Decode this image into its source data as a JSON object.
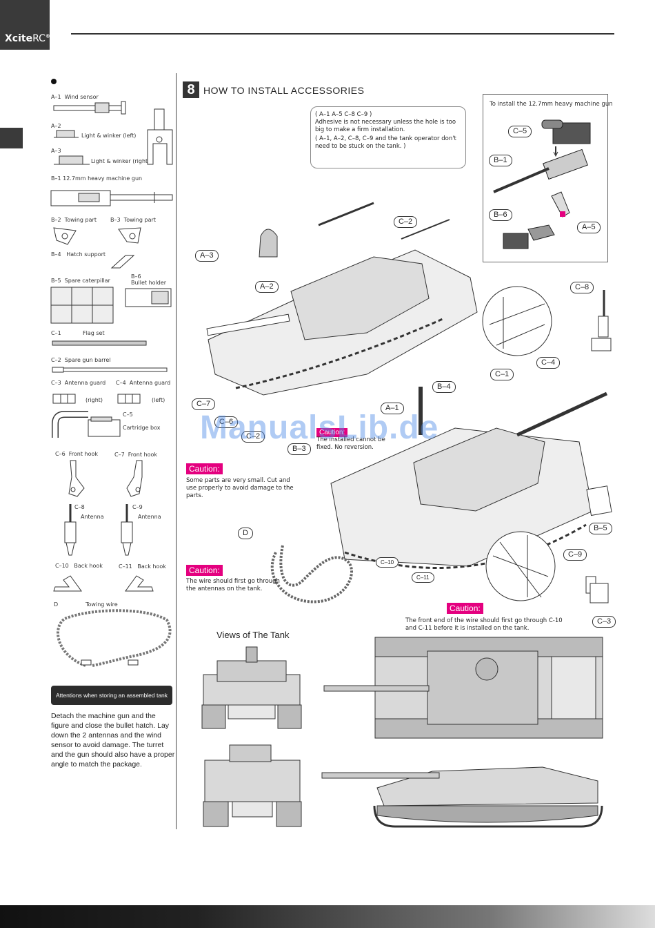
{
  "brand": {
    "logo_main": "Xcite",
    "logo_suffix": "RC",
    "logo_mark": "®"
  },
  "section": {
    "number": "8",
    "title": "HOW TO INSTALL ACCESSORIES"
  },
  "parts": {
    "a1": {
      "code": "A–1",
      "name": "Wind sensor"
    },
    "a2": {
      "code": "A–2",
      "name": "Light & winker (left)"
    },
    "a3": {
      "code": "A–3",
      "name": "Light & winker (right)"
    },
    "b1": {
      "code": "B–1",
      "name": "12.7mm heavy machine gun"
    },
    "b2": {
      "code": "B–2",
      "name": "Towing part"
    },
    "b3": {
      "code": "B–3",
      "name": "Towing part"
    },
    "b4": {
      "code": "B–4",
      "name": "Hatch support"
    },
    "b5": {
      "code": "B–5",
      "name": "Spare caterpillar"
    },
    "b6": {
      "code": "B–6",
      "name": "Bullet holder"
    },
    "c1": {
      "code": "C–1",
      "name": "Flag set"
    },
    "c2": {
      "code": "C–2",
      "name": "Spare gun barrel"
    },
    "c3": {
      "code": "C–3",
      "name": "Antenna guard",
      "side": "(right)"
    },
    "c4": {
      "code": "C–4",
      "name": "Antenna guard",
      "side": "(left)"
    },
    "c5": {
      "code": "C–5",
      "name": "Cartridge box"
    },
    "c6": {
      "code": "C–6",
      "name": "Front hook"
    },
    "c7": {
      "code": "C–7",
      "name": "Front hook"
    },
    "c8": {
      "code": "C–8",
      "name": "Antenna"
    },
    "c9": {
      "code": "C–9",
      "name": "Antenna"
    },
    "c10": {
      "code": "C–10",
      "name": "Back hook"
    },
    "c11": {
      "code": "C–11",
      "name": "Back hook"
    },
    "d": {
      "code": "D",
      "name": "Towing wire"
    }
  },
  "storage": {
    "heading": "Attentions when storing an assembled tank",
    "text": "Detach the machine gun and the figure and close the bullet hatch. Lay down the 2 antennas and the wind sensor to avoid damage. The turret and the gun should also have a proper angle to match the package."
  },
  "adhesive_note": {
    "line1": "( A–1 A–5 C–8 C–9 )",
    "line2": "Adhesive is not necessary unless the hole is too big to make a firm installation.",
    "line3": "( A–1, A–2, C–8, C–9 and the tank operator don't need to be stuck on the tank. )"
  },
  "inset_title": "To install the 12.7mm heavy machine gun",
  "callouts": [
    "C–5",
    "B–1",
    "B–6",
    "A–5",
    "C–2",
    "A–3",
    "A–2",
    "C–8",
    "C–4",
    "C–7",
    "C–6",
    "C–2",
    "B–3",
    "B–4",
    "C–1",
    "A–1",
    "B–5",
    "C–9",
    "C–3",
    "C–10",
    "C–11",
    "D"
  ],
  "caution_label": "Caution:",
  "cautions": {
    "small_parts": "Some parts are very small. Cut and use properly to avoid damage to the parts.",
    "wire_antennas": "The wire should first go through the antennas on the tank.",
    "wire_end": "The front end of the wire should first go through C-10 and C-11 before it is installed on the tank.",
    "installed": "The installed cannot be fixed. No reversion."
  },
  "views_title": "Views of The Tank",
  "watermark": "ManualsLib.de",
  "colors": {
    "accent": "#e4007f",
    "dark": "#3a3a3a",
    "line": "#444444",
    "tank_fill": "#d9d9d9",
    "watermark": "#5a8fe6"
  }
}
